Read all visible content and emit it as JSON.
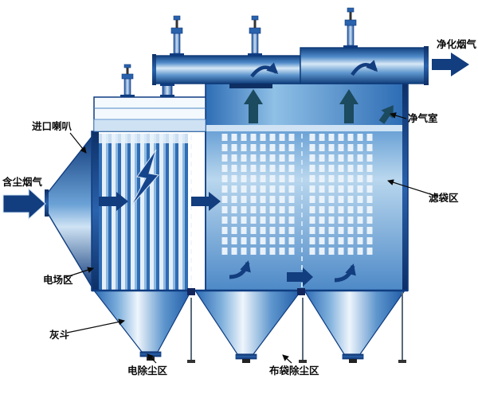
{
  "diagram": {
    "type": "esp-baghouse-dust-collector-schematic",
    "labels": {
      "inlet_horn": "进口喇叭",
      "dusty_gas": "含尘烟气",
      "electric_field_zone": "电场区",
      "ash_hopper": "灰斗",
      "esp_section": "电除尘区",
      "bag_section": "布袋除尘区",
      "clean_gas_chamber": "净气室",
      "filter_bag_zone": "滤袋区",
      "purified_gas": "净化烟气"
    },
    "colors": {
      "deep_blue": "#0f3c80",
      "mid_blue": "#3d7fc4",
      "light_blue": "#cfe3f4",
      "flow_arrow_navy": "#123d7e",
      "up_arrow_slate": "#1c4a5e",
      "label_text": "#0a0a0a"
    }
  }
}
